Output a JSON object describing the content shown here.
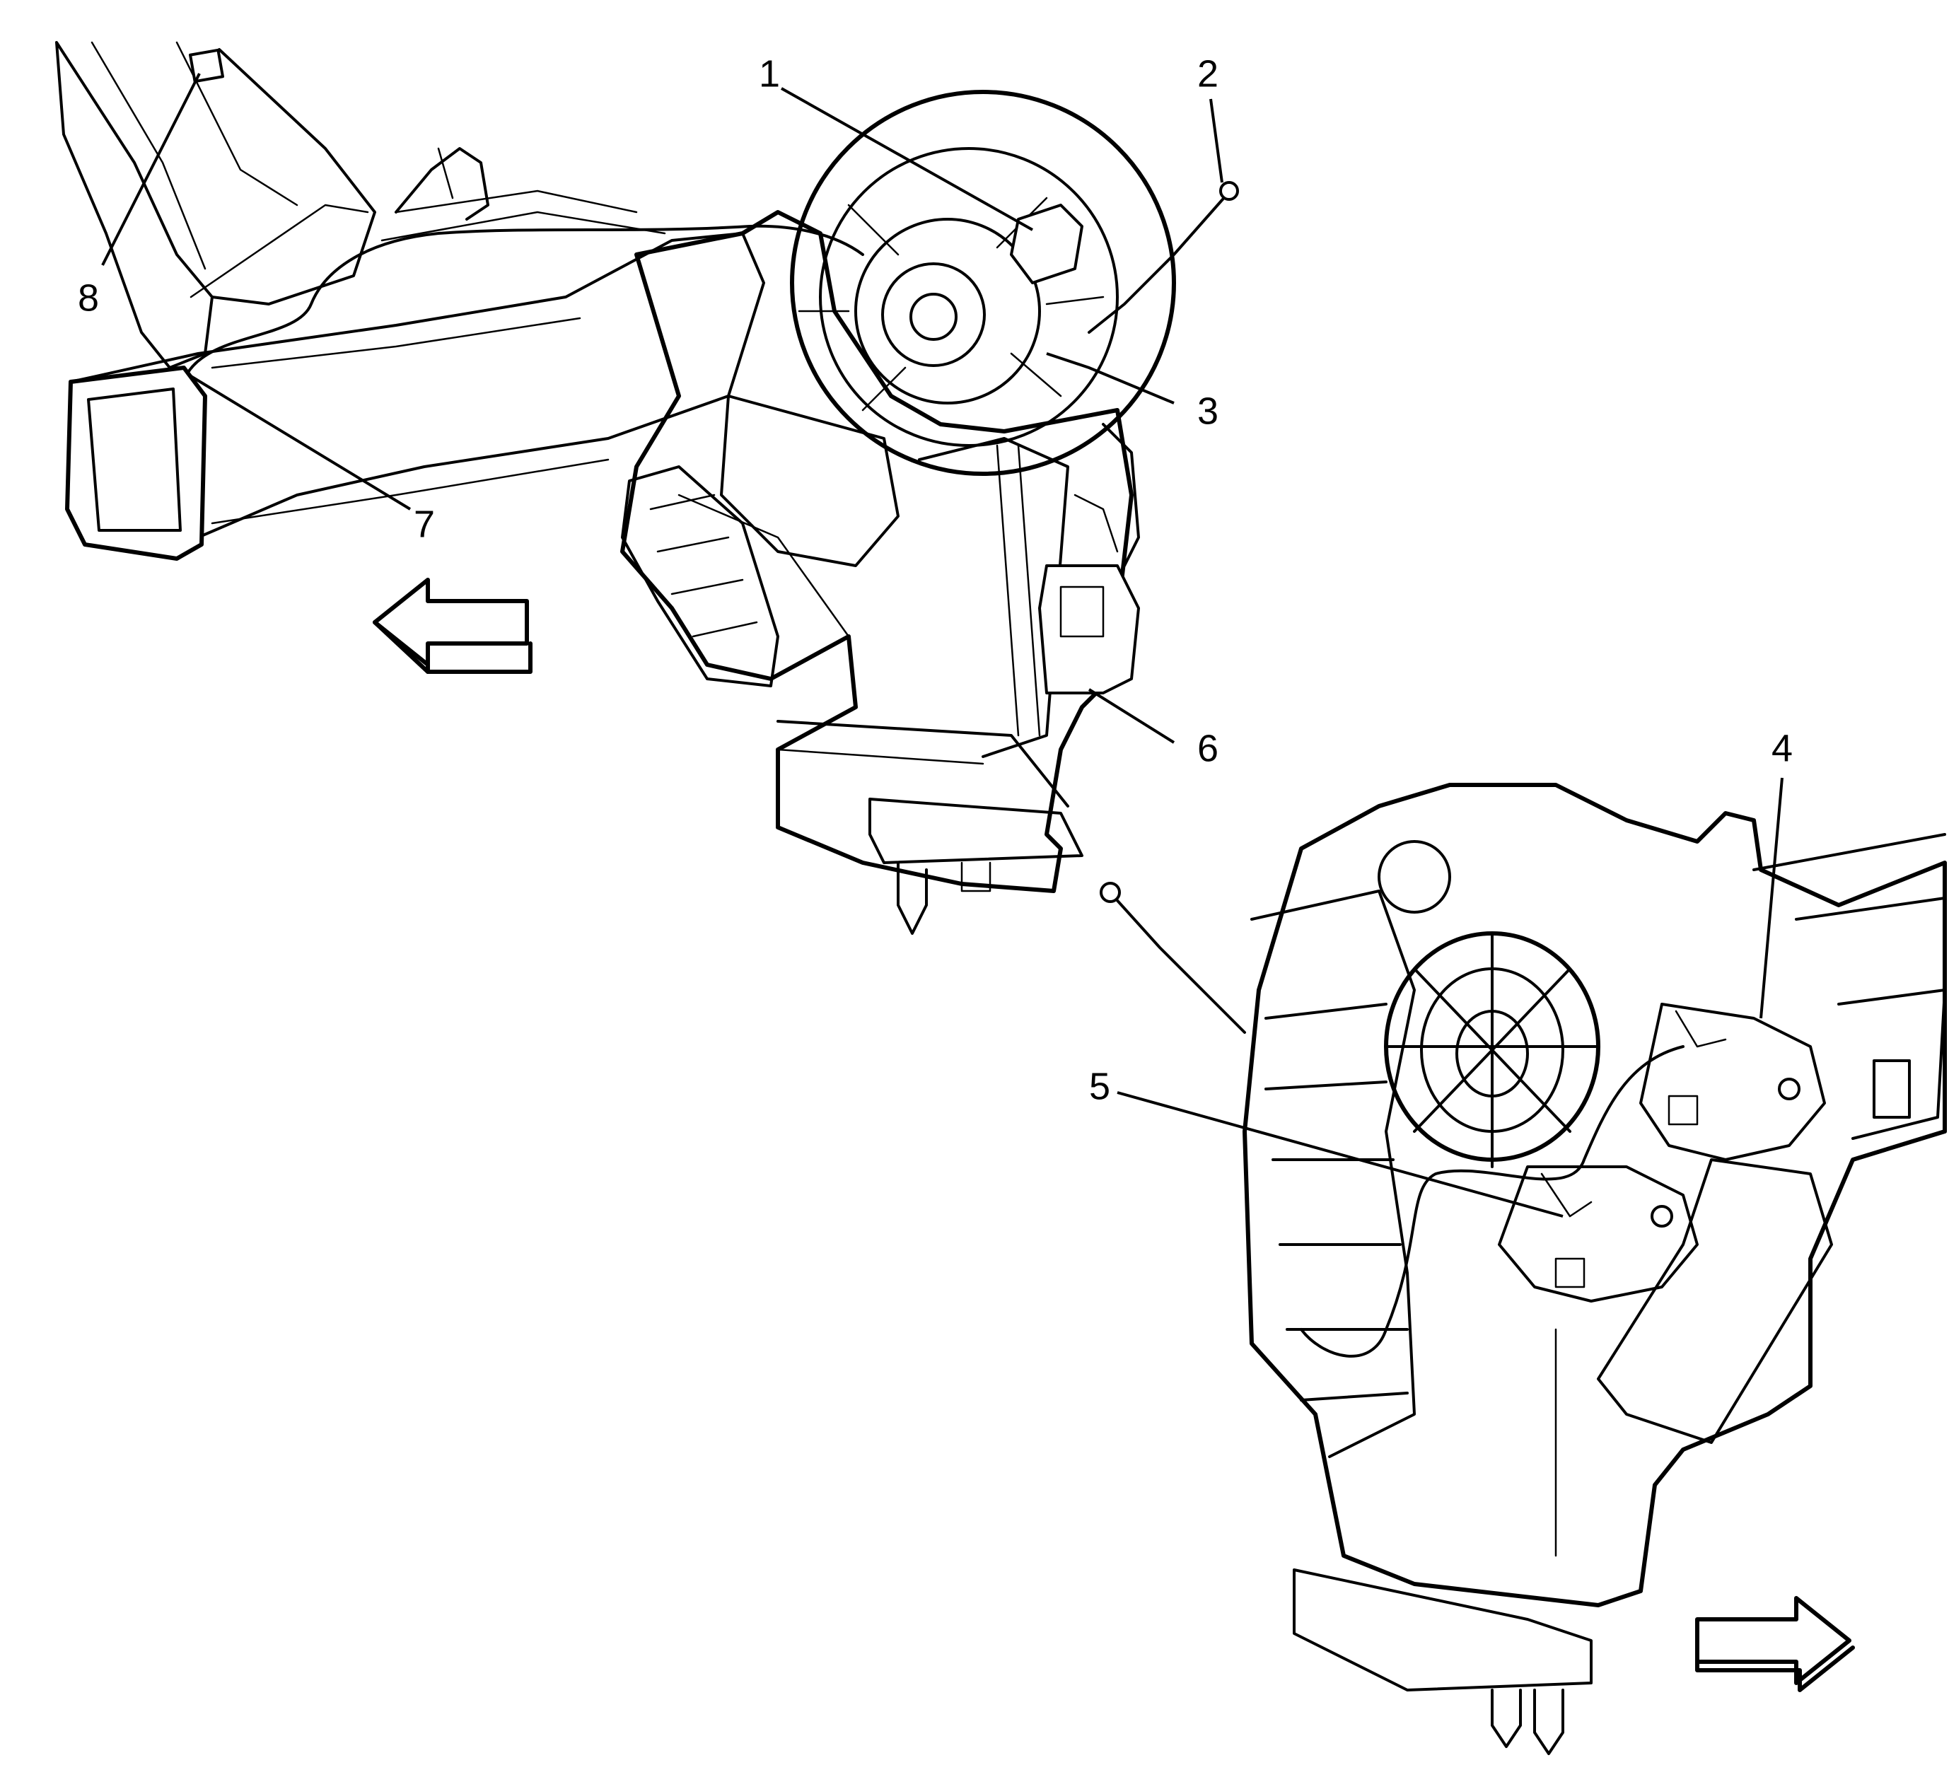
{
  "callouts": [
    {
      "id": "1",
      "label": "1"
    },
    {
      "id": "2",
      "label": "2"
    },
    {
      "id": "3",
      "label": "3"
    },
    {
      "id": "4",
      "label": "4"
    },
    {
      "id": "5",
      "label": "5"
    },
    {
      "id": "6",
      "label": "6"
    },
    {
      "id": "7",
      "label": "7"
    },
    {
      "id": "8",
      "label": "8"
    }
  ],
  "direction_arrows": [
    {
      "name": "arrow-left-icon",
      "direction": "left"
    },
    {
      "name": "arrow-right-icon",
      "direction": "right"
    }
  ],
  "colors": {
    "line": "#000000",
    "background": "#ffffff"
  }
}
